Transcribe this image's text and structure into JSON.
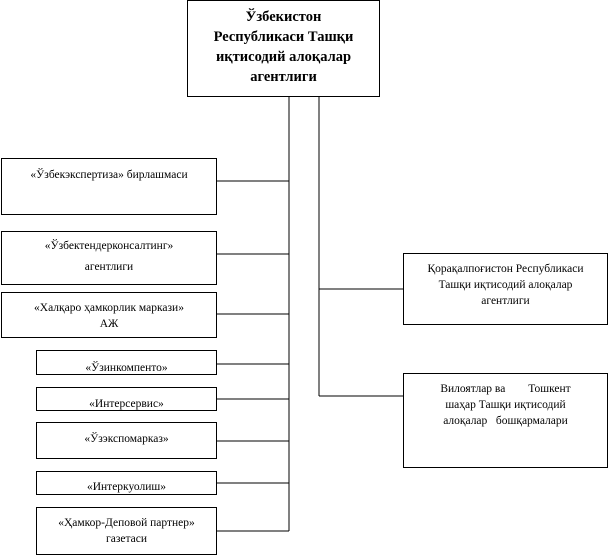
{
  "root": {
    "lines": [
      "Ўзбекистон",
      "Республикаси Ташқи",
      "иқтисодий алоқалар",
      "агентлиги"
    ]
  },
  "left_boxes": [
    {
      "lines": [
        "«Ўзбекэкспертиза»  бирлашмаси"
      ]
    },
    {
      "lines": [
        "«Ўзбектендерконсалтинг»",
        "агентлиги"
      ]
    },
    {
      "lines": [
        "«Халқаро ҳамкорлик маркази»",
        "АЖ"
      ]
    },
    {
      "lines": [
        "«Ўзинкомпенто»"
      ]
    },
    {
      "lines": [
        "«Интерсервис»"
      ]
    },
    {
      "lines": [
        "«Ўзэкспомарказ»"
      ]
    },
    {
      "lines": [
        "«Интеркуолиш»"
      ]
    },
    {
      "lines": [
        "«Ҳамкор-Деповой партнер»",
        "газетаси"
      ]
    }
  ],
  "right_boxes": [
    {
      "lines": [
        "Қорақалпоғистон Республикаси",
        "Ташқи иқтисодий алоқалар",
        "агентлиги"
      ]
    },
    {
      "lines": [
        "Вилоятлар ва        Тошкент",
        "шаҳар Ташқи иқтисодий",
        "алоқалар   бошқармалари"
      ]
    }
  ]
}
